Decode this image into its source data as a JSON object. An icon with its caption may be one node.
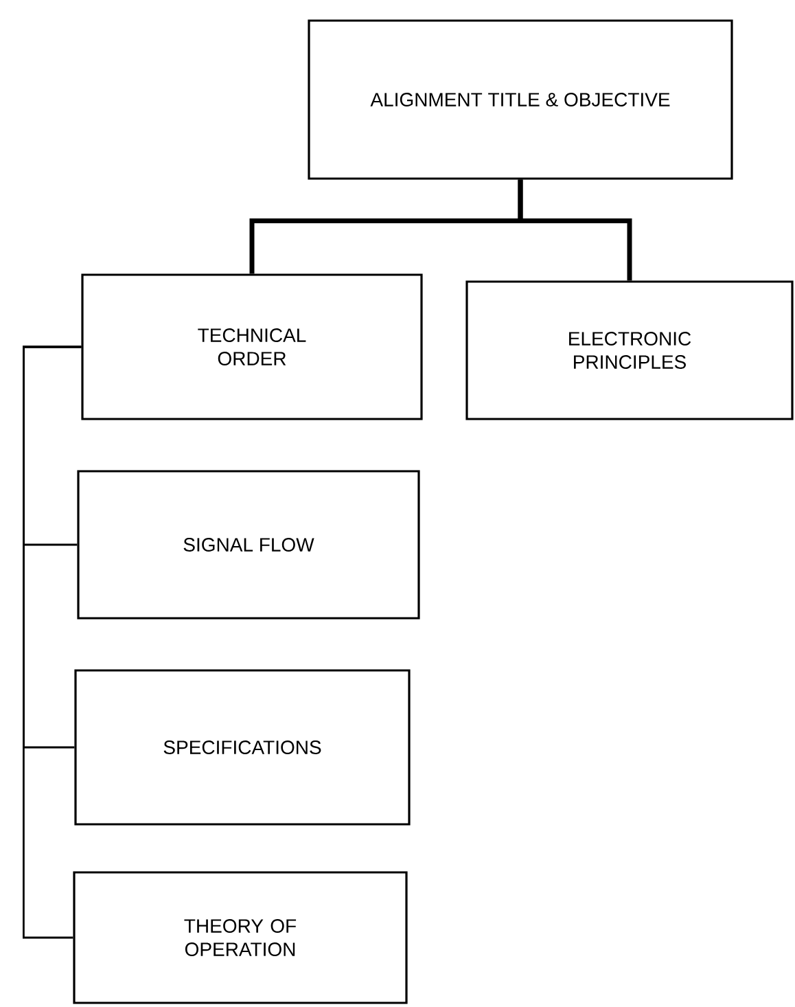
{
  "diagram": {
    "nodes": [
      {
        "text": [
          "ALIGNMENT TITLE & OBJECTIVE"
        ]
      },
      {
        "text": [
          "TECHNICAL ORDER"
        ]
      },
      {
        "text": [
          "ELECTRONIC PRINCIPLES"
        ]
      },
      {
        "text": [
          "SIGNAL FLOW"
        ]
      },
      {
        "text": [
          "SPECIFICATIONS"
        ]
      },
      {
        "text": [
          "THEORY OF OPERATION"
        ]
      }
    ],
    "edges": [
      {
        "from": 0,
        "to": 1,
        "arrow": "none",
        "style": "thick"
      },
      {
        "from": 0,
        "to": 2,
        "arrow": "none",
        "style": "thick"
      },
      {
        "from": 1,
        "to": 3,
        "arrow": "none"
      },
      {
        "from": 1,
        "to": 4,
        "arrow": "none"
      },
      {
        "from": 1,
        "to": 5,
        "arrow": "none"
      }
    ]
  }
}
